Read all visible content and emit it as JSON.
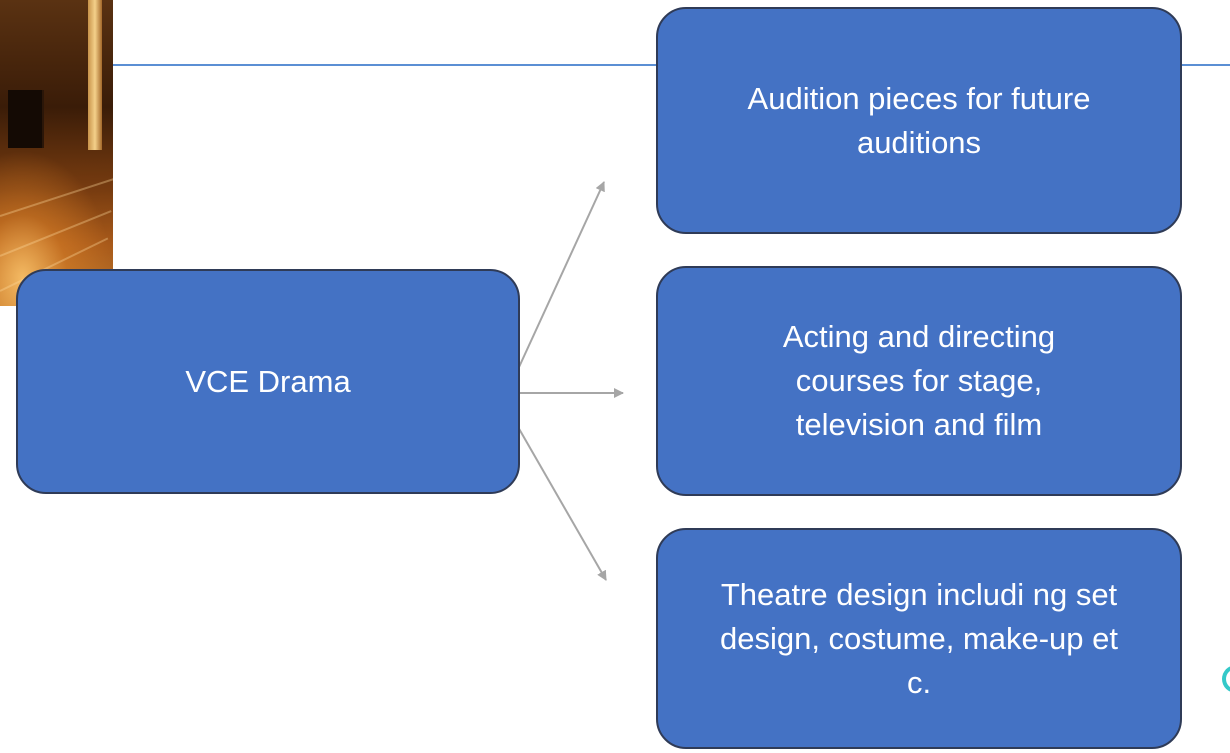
{
  "diagram": {
    "source": {
      "label": "VCE Drama"
    },
    "targets": [
      {
        "label": "Audition pieces for future auditions"
      },
      {
        "label": "Acting and directing courses for stage, television and film"
      },
      {
        "label": "Theatre design  includi ng set design, costume, make-up etc."
      }
    ]
  },
  "colors": {
    "box_fill": "#4472c4",
    "box_border": "#2f3b57",
    "arrow": "#a6a6a6",
    "rule": "#5b8fd4"
  }
}
